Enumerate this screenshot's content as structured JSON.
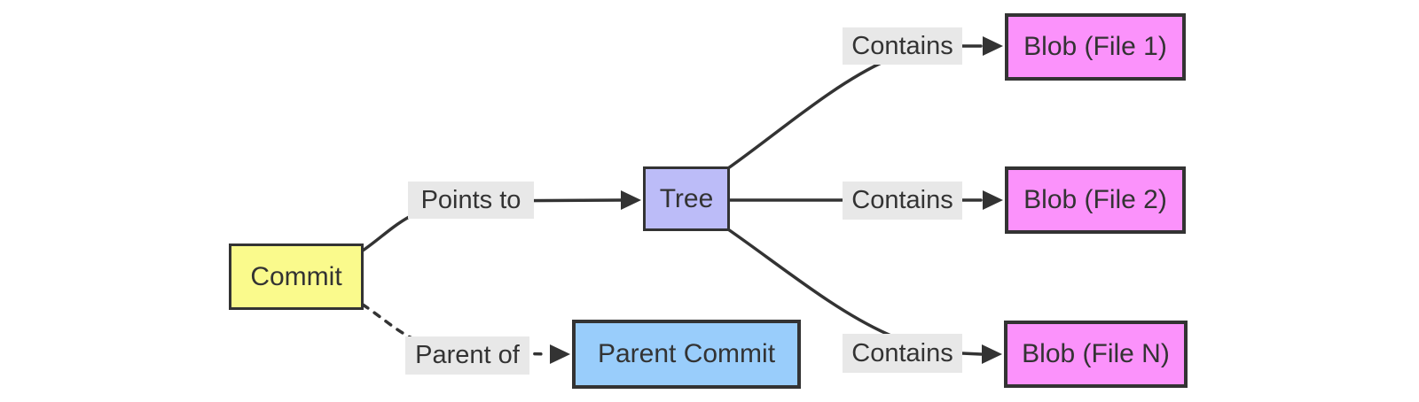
{
  "diagram": {
    "background": "#ffffff",
    "line_color": "#333333",
    "text_color": "#333333",
    "label_bg": "#e8e8e8",
    "nodes": {
      "commit": {
        "label": "Commit",
        "fill": "#fafa8c"
      },
      "tree": {
        "label": "Tree",
        "fill": "#bcbcf8"
      },
      "blob1": {
        "label": "Blob (File 1)",
        "fill": "#fb92fb"
      },
      "blob2": {
        "label": "Blob (File 2)",
        "fill": "#fb92fb"
      },
      "blobn": {
        "label": "Blob (File N)",
        "fill": "#fb92fb"
      },
      "parent": {
        "label": "Parent Commit",
        "fill": "#99cdfb"
      }
    },
    "edges": {
      "points_to": {
        "label": "Points to",
        "style": "solid",
        "from": "Commit",
        "to": "Tree"
      },
      "parent_of": {
        "label": "Parent of",
        "style": "dashed",
        "from": "Commit",
        "to": "Parent Commit"
      },
      "contains_1": {
        "label": "Contains",
        "style": "solid",
        "from": "Tree",
        "to": "Blob (File 1)"
      },
      "contains_2": {
        "label": "Contains",
        "style": "solid",
        "from": "Tree",
        "to": "Blob (File 2)"
      },
      "contains_n": {
        "label": "Contains",
        "style": "solid",
        "from": "Tree",
        "to": "Blob (File N)"
      }
    }
  }
}
